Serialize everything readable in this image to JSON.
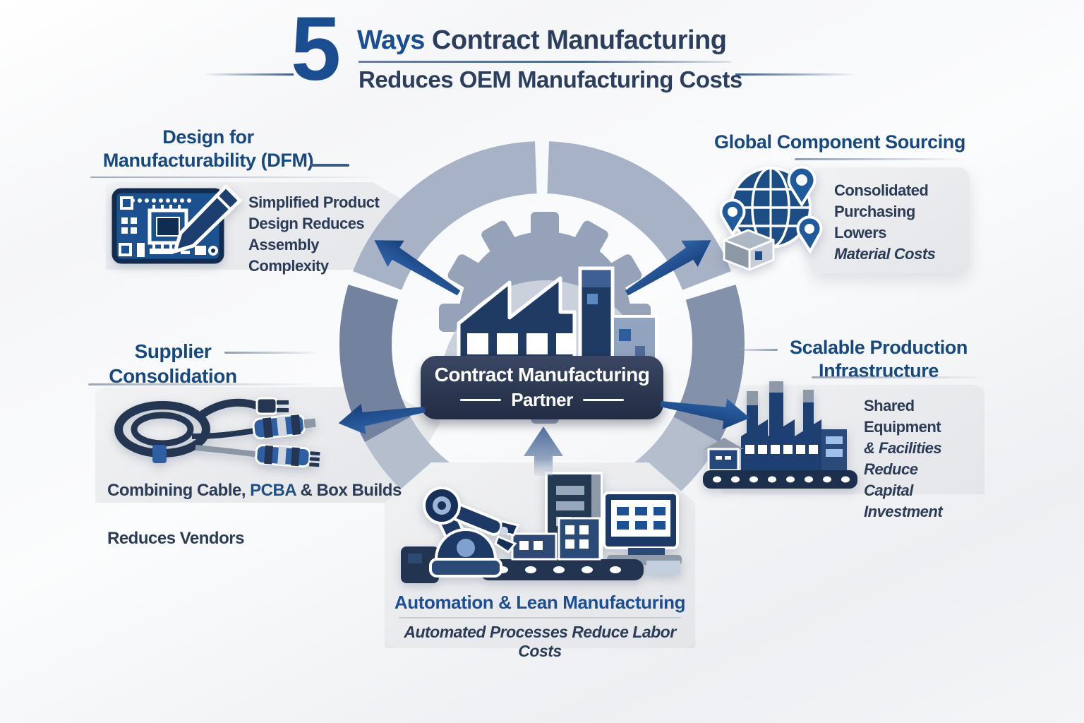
{
  "title": {
    "number": "5",
    "heading_accent": "Ways",
    "heading_rest": " Contract Manufacturing",
    "subheading": "Reduces OEM Manufacturing Costs"
  },
  "center_badge": {
    "line1": "Contract Manufacturing",
    "line2": "Partner"
  },
  "cards": {
    "dfm": {
      "heading": "Design for\nManufacturability (DFM)",
      "body": "Simplified Product\nDesign Reduces\nAssembly Complexity",
      "icon": "pcb-pencil-icon"
    },
    "sourcing": {
      "heading": "Global Component Sourcing",
      "body_main": "Consolidated\nPurchasing Lowers",
      "body_em": "Material Costs",
      "icon": "globe-pins-box-icon"
    },
    "supplier": {
      "heading": "Supplier\nConsolidation",
      "body_l1a": "Combining Cable, ",
      "body_l1b": "PCBA",
      "body_l1c": " & Box Builds",
      "body_l2": "Reduces Vendors",
      "icon": "cables-icon"
    },
    "scalable": {
      "heading": "Scalable Production\nInfrastructure",
      "body_main": "Shared Equipment",
      "body_em": "& Facilities Reduce\nCapital Investment",
      "icon": "factory-conveyor-icon"
    },
    "automation": {
      "heading": "Automation & Lean Manufacturing",
      "body": "Automated Processes Reduce Labor Costs",
      "icon": "automation-scene-icon"
    }
  },
  "colors": {
    "accent_blue": "#1b4e91",
    "heading_blue": "#17497f",
    "text_navy": "#2c3c57",
    "pcba_highlight_blue": "#1e5183",
    "badge_navy": "#2b374f",
    "ring_light": "#a7b2c6",
    "ring_dark": "#73839f",
    "arrow_blue": "#1d4f93",
    "card_bg": "#ebecee"
  }
}
